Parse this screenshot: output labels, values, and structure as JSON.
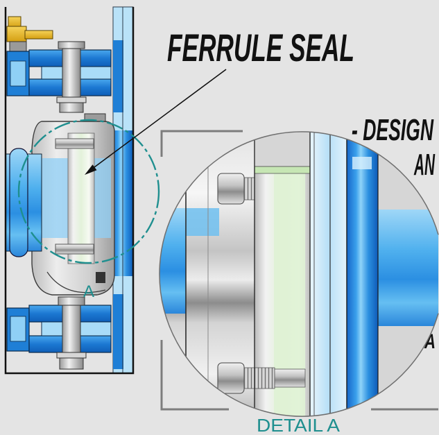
{
  "labels": {
    "callout": "FERRULE SEAL",
    "side_note_line1": "- DESIGN",
    "side_note_line2": "AN",
    "side_note_line3": "A",
    "section_marker": "A",
    "detail_caption": "DETAIL A"
  },
  "colors": {
    "background": "#e4e4e4",
    "line": "#111111",
    "detail_teal": "#1f8f8f",
    "bracket": "#7d7d7d",
    "steel_blue": "#1f7fd6",
    "light_blue": "#b9e2f8"
  }
}
